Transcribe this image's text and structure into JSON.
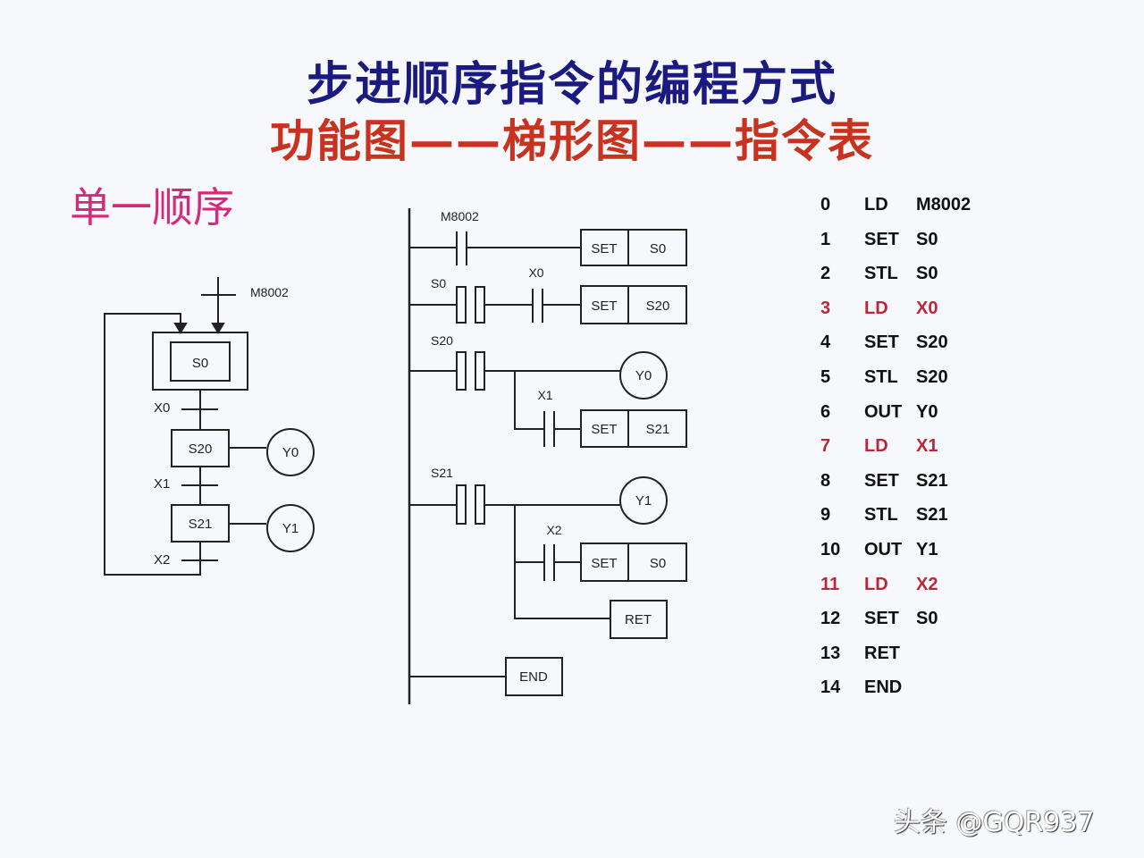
{
  "title": "步进顺序指令的编程方式",
  "subtitle_line": "功能图——梯形图——指令表",
  "section_label": "单一顺序",
  "colors": {
    "title": "#1a1a80",
    "subtitle": "#c8321e",
    "section": "#d8287a",
    "highlight": "#b8283a"
  },
  "sfc": {
    "init_trigger": "M8002",
    "initial_step": "S0",
    "steps": [
      {
        "label": "S20",
        "output": "Y0"
      },
      {
        "label": "S21",
        "output": "Y1"
      }
    ],
    "transitions": [
      "X0",
      "X1",
      "X2"
    ]
  },
  "ladder": {
    "rungs": [
      {
        "contact": "M8002",
        "type": "NO",
        "instr": "SET",
        "operand": "S0"
      },
      {
        "contact": "S0",
        "type": "STL",
        "series": "X0",
        "instr": "SET",
        "operand": "S20"
      },
      {
        "contact": "S20",
        "type": "STL",
        "coil": "Y0",
        "branch_contact": "X1",
        "instr": "SET",
        "operand": "S21"
      },
      {
        "contact": "S21",
        "type": "STL",
        "coil": "Y1",
        "branch_contact": "X2",
        "instr": "SET",
        "operand": "S0",
        "ret": "RET"
      },
      {
        "instr": "END"
      }
    ]
  },
  "instruction_list": [
    {
      "n": "0",
      "op": "LD",
      "arg": "M8002",
      "highlight": false
    },
    {
      "n": "1",
      "op": "SET",
      "arg": "S0",
      "highlight": false
    },
    {
      "n": "2",
      "op": "STL",
      "arg": "S0",
      "highlight": false
    },
    {
      "n": "3",
      "op": "LD",
      "arg": "X0",
      "highlight": true
    },
    {
      "n": "4",
      "op": "SET",
      "arg": "S20",
      "highlight": false
    },
    {
      "n": "5",
      "op": "STL",
      "arg": "S20",
      "highlight": false
    },
    {
      "n": "6",
      "op": "OUT",
      "arg": "Y0",
      "highlight": false
    },
    {
      "n": "7",
      "op": "LD",
      "arg": "X1",
      "highlight": true
    },
    {
      "n": "8",
      "op": "SET",
      "arg": "S21",
      "highlight": false
    },
    {
      "n": "9",
      "op": "STL",
      "arg": "S21",
      "highlight": false
    },
    {
      "n": "10",
      "op": "OUT",
      "arg": "Y1",
      "highlight": false
    },
    {
      "n": "11",
      "op": "LD",
      "arg": "X2",
      "highlight": true
    },
    {
      "n": "12",
      "op": "SET",
      "arg": "S0",
      "highlight": false
    },
    {
      "n": "13",
      "op": "RET",
      "arg": "",
      "highlight": false
    },
    {
      "n": "14",
      "op": "END",
      "arg": "",
      "highlight": false
    }
  ],
  "watermark": "头条 @GQR937"
}
